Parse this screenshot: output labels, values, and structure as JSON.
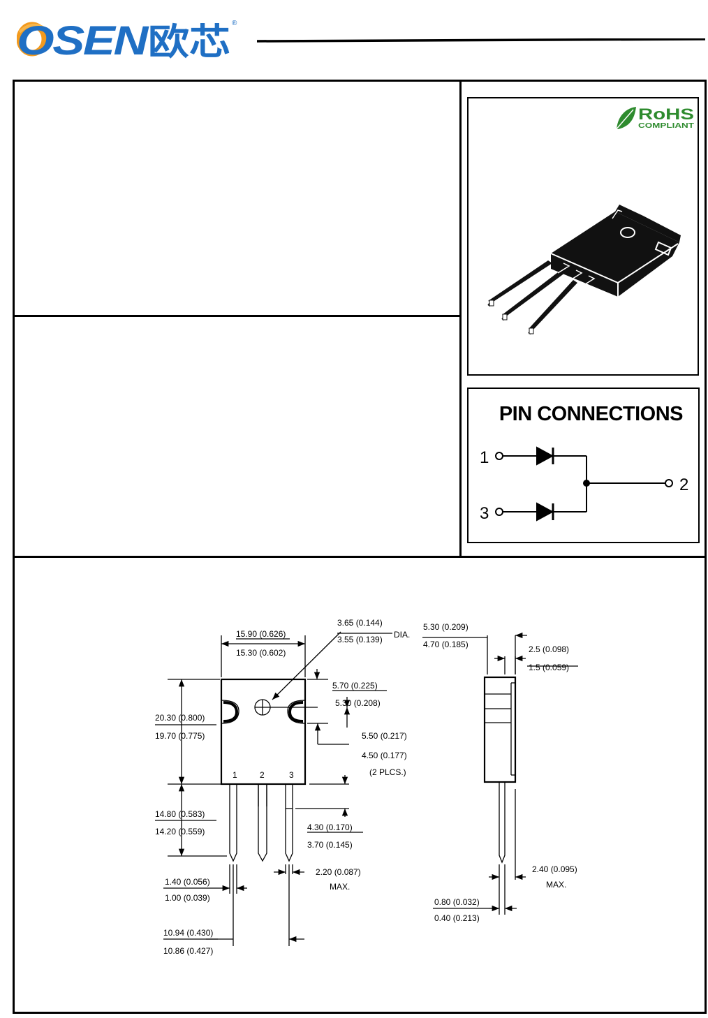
{
  "header": {
    "logo_latin": "OSEN",
    "logo_cjk": "欧芯",
    "logo_mark": "®"
  },
  "rohs": {
    "line1": "RoHS",
    "line2": "COMPLIANT"
  },
  "pin_connections": {
    "title": "PIN CONNECTIONS",
    "pin1": "1",
    "pin2": "2",
    "pin3": "3"
  },
  "outline": {
    "front": {
      "width_max": "15.90 (0.626)",
      "width_min": "15.30 (0.602)",
      "hole_dia_max": "3.65 (0.144)",
      "hole_dia_min": "3.55 (0.139)",
      "hole_dia_suffix": "DIA.",
      "hole_offset_max": "5.70 (0.225)",
      "hole_offset_min": "5.30 (0.208)",
      "notch_max": "5.50 (0.217)",
      "notch_min": "4.50 (0.177)",
      "notch_note": "(2 PLCS.)",
      "body_height_max": "20.30 (0.800)",
      "body_height_min": "19.70 (0.775)",
      "lead_length_max": "14.80 (0.583)",
      "lead_length_min": "14.20 (0.559)",
      "shoulder_max": "4.30 (0.170)",
      "shoulder_min": "3.70 (0.145)",
      "lead_shoulder_width": "2.20 (0.087)",
      "lead_shoulder_note": "MAX.",
      "lead_width_max": "1.40 (0.056)",
      "lead_width_min": "1.00 (0.039)",
      "lead_pitch_max": "10.94 (0.430)",
      "lead_pitch_min": "10.86 (0.427)",
      "pin_labels": [
        "1",
        "2",
        "3"
      ]
    },
    "side": {
      "thickness_max": "5.30 (0.209)",
      "thickness_min": "4.70 (0.185)",
      "tab_max": "2.5 (0.098)",
      "tab_min": "1.5 (0.059)",
      "lead_offset": "2.40 (0.095)",
      "lead_offset_note": "MAX.",
      "lead_thick_max": "0.80 (0.032)",
      "lead_thick_min": "0.40 (0.213)"
    }
  },
  "colors": {
    "logo_orange": "#f39a1e",
    "logo_blue": "#1f6fc4",
    "rohs_green": "#2e8b2e"
  }
}
